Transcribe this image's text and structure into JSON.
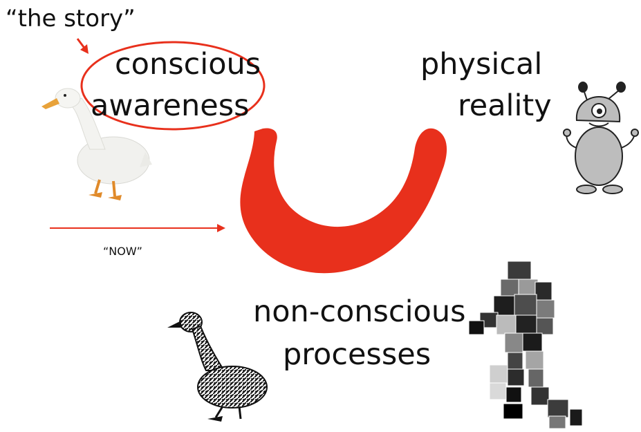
{
  "labels": {
    "story": "“the story”",
    "conscious_line1": "conscious",
    "conscious_line2": "awareness",
    "physical_line1": "physical",
    "physical_line2": "reality",
    "nonconscious_line1": "non-conscious",
    "nonconscious_line2": "processes",
    "now": "“NOW”"
  },
  "colors": {
    "accent_red": "#e8301c",
    "text": "#111111",
    "alien_gray": "#bdbdbd"
  },
  "icons": {
    "white_duck": "white-duck-photo",
    "alien": "gray-cyclops-alien",
    "sketch_duck": "black-ink-duck-drawing",
    "pixel_figure": "pixelated-alien-figure"
  }
}
